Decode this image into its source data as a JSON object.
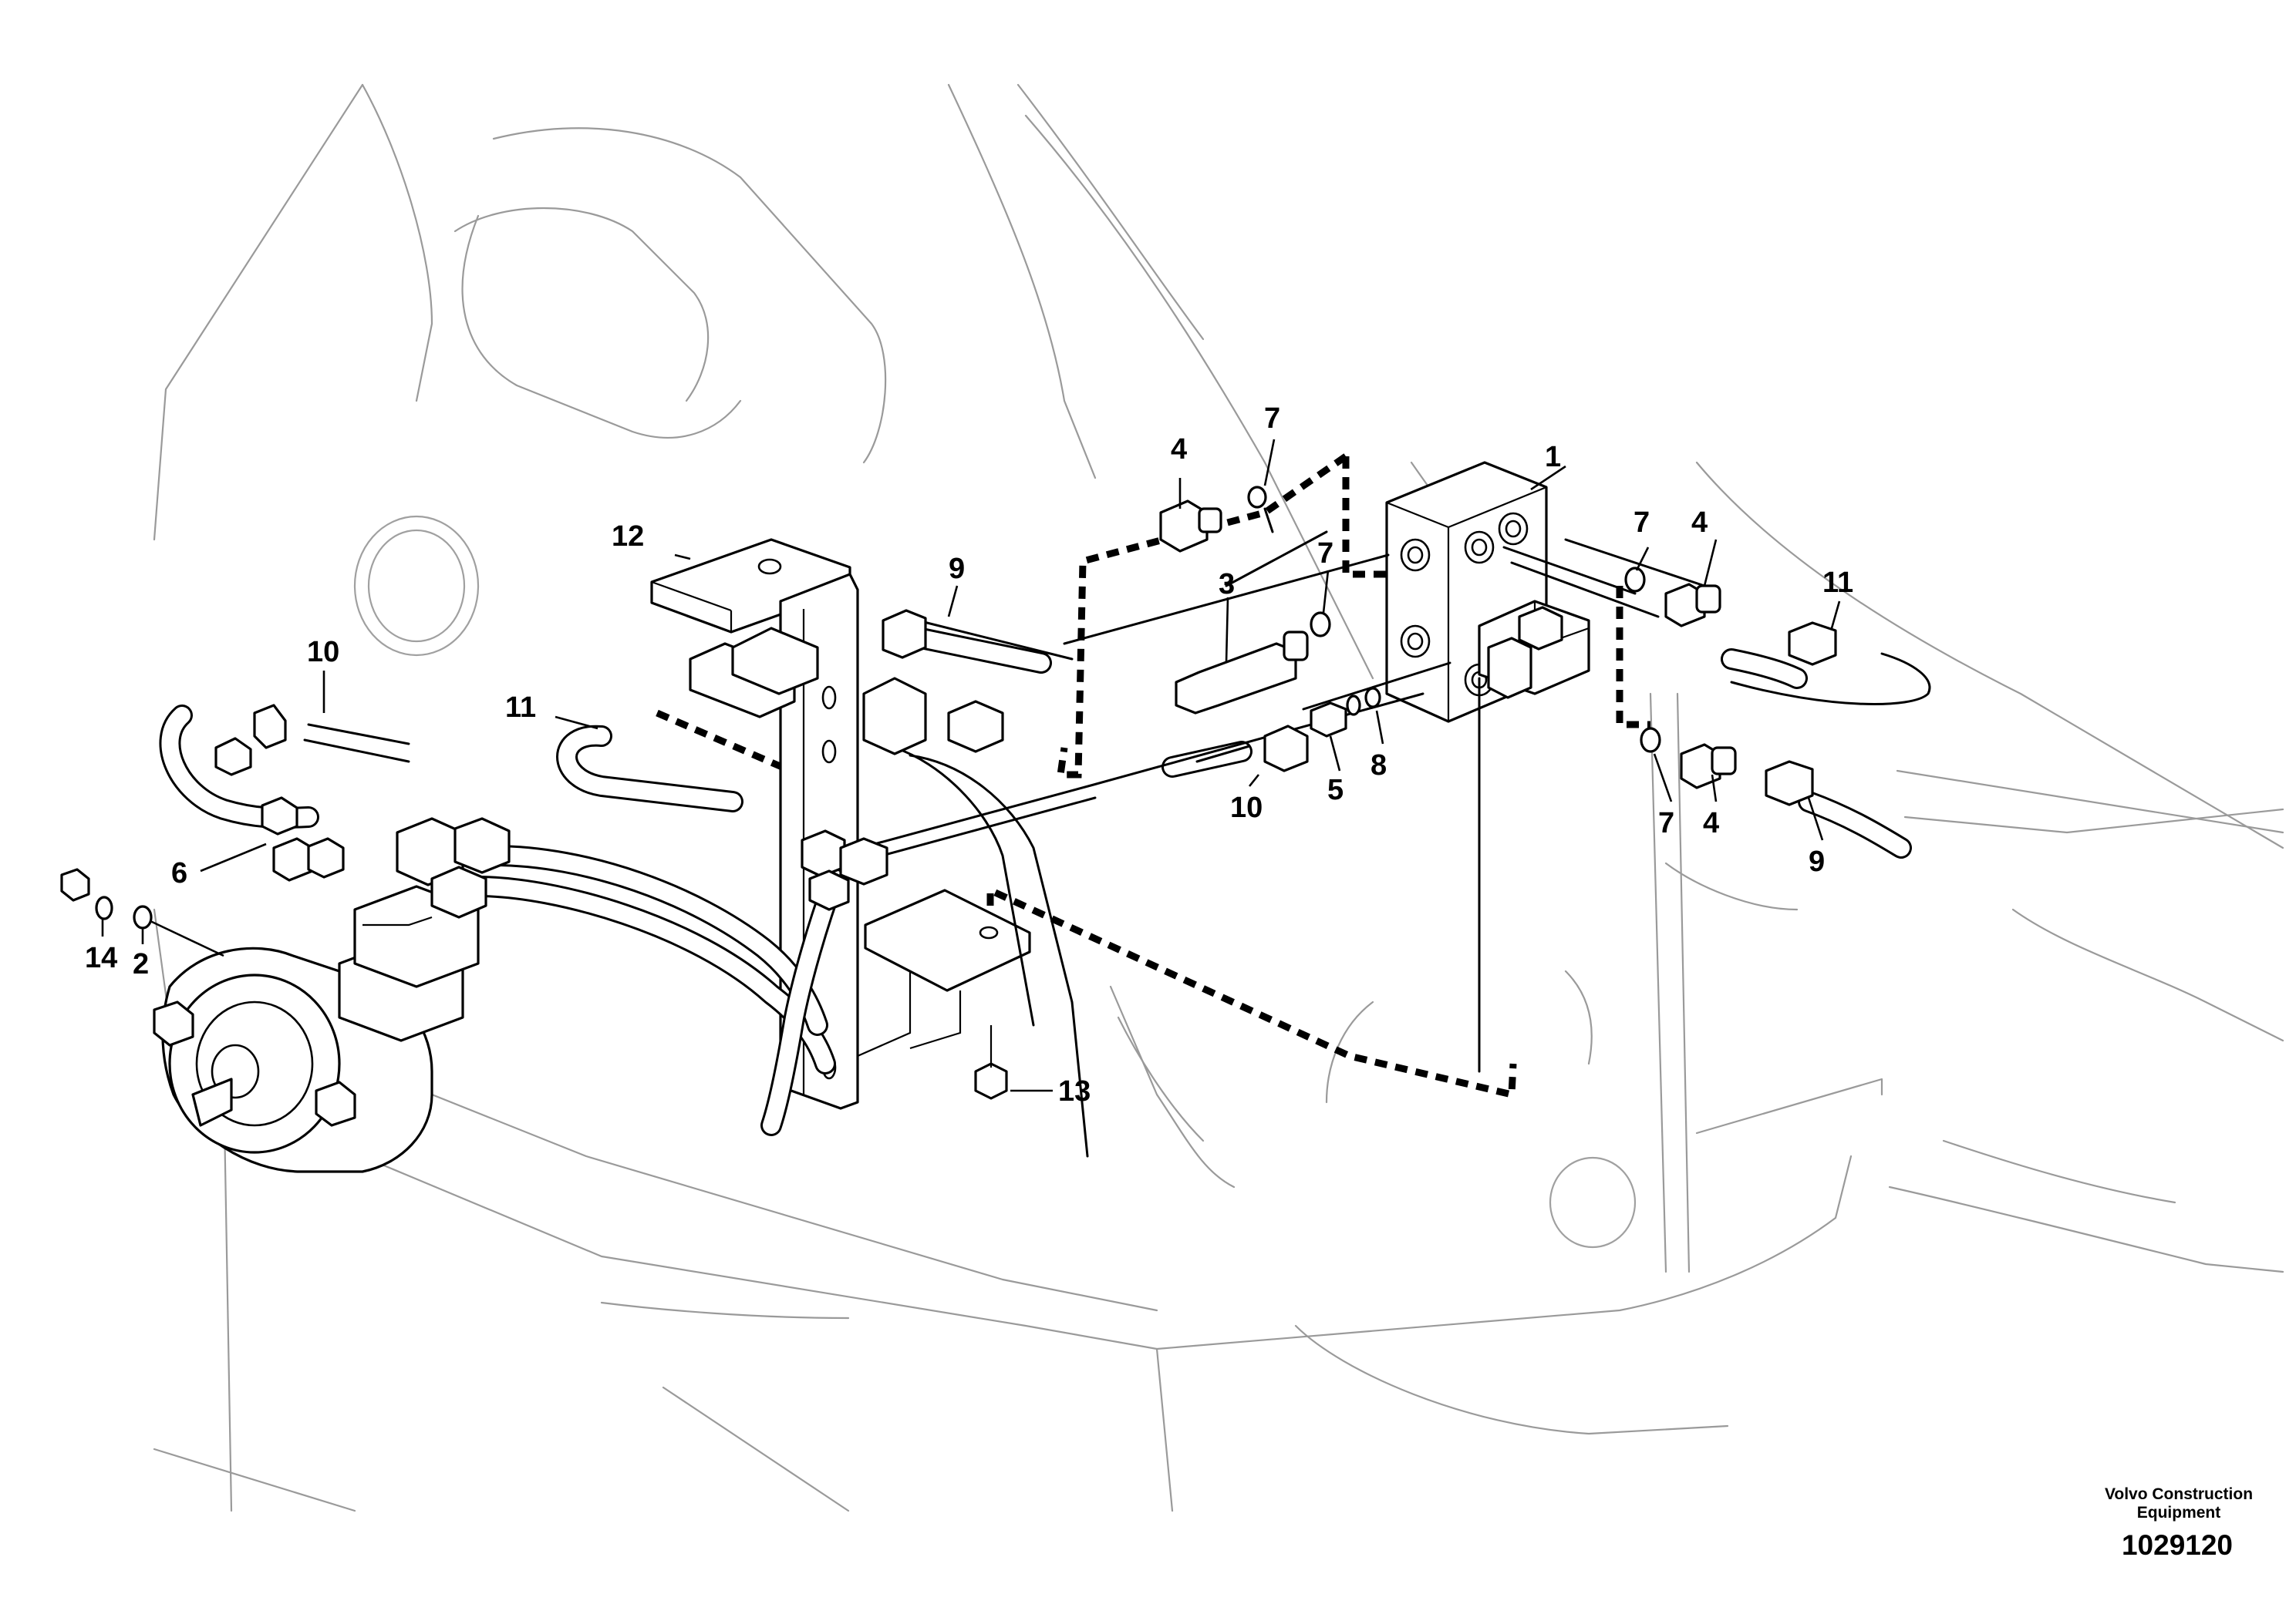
{
  "callouts": {
    "c1": "1",
    "c2": "2",
    "c3": "3",
    "c4a": "4",
    "c4b": "4",
    "c4c": "4",
    "c5": "5",
    "c6": "6",
    "c7a": "7",
    "c7b": "7",
    "c7c": "7",
    "c7d": "7",
    "c8": "8",
    "c9a": "9",
    "c9b": "9",
    "c10a": "10",
    "c10b": "10",
    "c11a": "11",
    "c11b": "11",
    "c12": "12",
    "c13": "13",
    "c14": "14"
  },
  "footer": {
    "brand_line1": "Volvo Construction",
    "brand_line2": "Equipment",
    "doc_number": "1029120"
  }
}
